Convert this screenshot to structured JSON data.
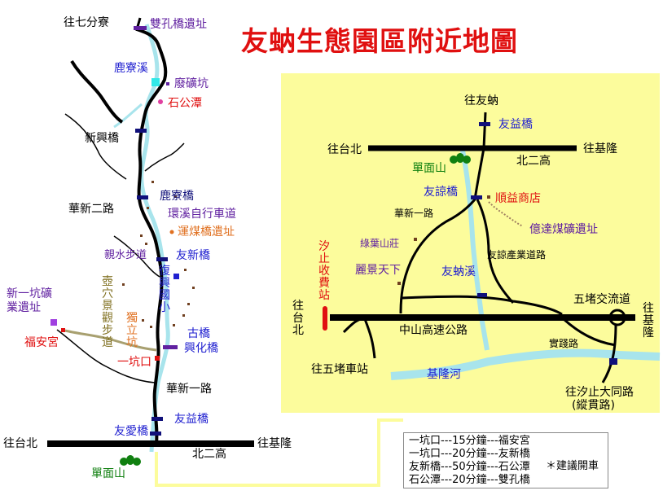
{
  "title": "友蚋生態園區附近地圖",
  "colors": {
    "road": "#000000",
    "river": "#a8e4ec",
    "bridge": "#10107a",
    "inset_bg": "#fcfc9c",
    "label_blue": "#2020d0",
    "label_green": "#108010",
    "label_red": "#e01010",
    "label_orange": "#e07020",
    "label_olive": "#807020",
    "label_purple": "#6020a0",
    "point_brown": "#704020"
  },
  "left_map": {
    "labels": {
      "to_qifenliao": "往七分寮",
      "shuangkong_bridge": "雙孔橋遺址",
      "luliao_creek": "鹿寮溪",
      "abandoned_mine": "廢礦坑",
      "shigong_pool": "石公潭",
      "xinxing_bridge": "新興橋",
      "luliao_bridge": "鹿寮橋",
      "huaxin_2nd_rd": "華新二路",
      "huanxi_bikeway": "環溪自行車道",
      "coal_bridge_site": "運煤橋遺址",
      "qinshui_trail": "親水步道",
      "youxin_bridge": "友新橋",
      "xinyi_mine_site": "新一坑礦業遺址",
      "fuan_temple": "福安宮",
      "guqiao": "古橋",
      "xinghua_bridge": "興化橋",
      "yikengkou": "一坑口",
      "huaxin_1st_rd": "華新一路",
      "youyi_bridge": "友益橋",
      "youai_bridge": "友愛橋",
      "to_taipei": "往台北",
      "to_keelung": "往基隆",
      "beier_highway": "北二高",
      "danmian_mountain": "單面山"
    },
    "vertical_labels": {
      "fuxing_school": "復興國小",
      "huxue_trail": "壺穴景觀步道",
      "duli_pit": "獨立坑"
    }
  },
  "inset": {
    "labels": {
      "to_younei": "往友蚋",
      "youyi_bridge": "友益橋",
      "to_taipei": "往台北",
      "beier_highway": "北二高",
      "to_keelung": "往基隆",
      "danmian_mountain": "單面山",
      "youliang_bridge": "友諒橋",
      "shunyi_store": "順益商店",
      "huaxin_1st_rd": "華新一路",
      "yida_coal_site": "億達煤礦遺址",
      "luye_villa": "綠葉山莊",
      "youliang_industrial_rd": "友諒產業道路",
      "liying_tianxia": "麗景天下",
      "younei_creek": "友蚋溪",
      "wudu_interchange": "五堵交流道",
      "zhongshan_highway": "中山高速公路",
      "shijian_rd": "實踐路",
      "to_wudu_station": "往五堵車站",
      "keelung_river": "基隆河",
      "to_xizhi_datong": "往汐止大同路",
      "zongguan_rd": "(縱貫路)"
    },
    "vertical_labels": {
      "toll_station": "汐止收費站",
      "to_taipei": "往台北",
      "to_keelung": "往基隆"
    }
  },
  "legend": {
    "rows": [
      "一坑口---15分鐘---福安宮",
      "一坑口---20分鐘---友新橋",
      "友新橋---50分鐘---石公潭",
      "石公潭---20分鐘---雙孔橋"
    ],
    "note": "＊建議開車"
  }
}
